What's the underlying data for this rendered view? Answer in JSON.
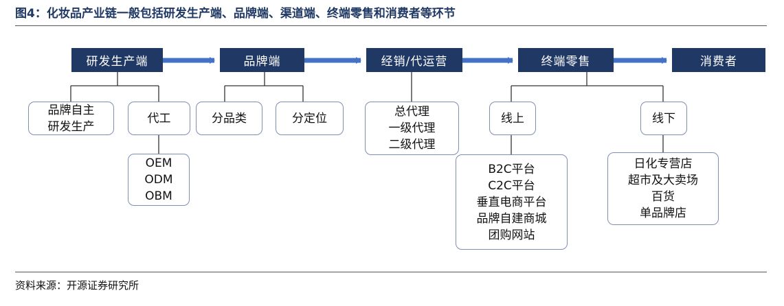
{
  "title": "图4：化妆品产业链一般包括研发生产端、品牌端、渠道端、终端零售和消费者等环节",
  "source": "资料来源：开源证券研究所",
  "colors": {
    "stage_fill": "#1f3864",
    "arrow": "#4472c4",
    "box_border": "#7f8db2"
  },
  "stages": [
    "研发生产端",
    "品牌端",
    "经销/代运营",
    "终端零售",
    "消费者"
  ],
  "rd": {
    "own": [
      "品牌自主",
      "研发生产"
    ],
    "oem_label": "代工",
    "oem_types": [
      "OEM",
      "ODM",
      "OBM"
    ]
  },
  "brand": {
    "items": [
      "分品类",
      "分定位"
    ]
  },
  "distribution": {
    "items": [
      "总代理",
      "一级代理",
      "二级代理"
    ]
  },
  "retail": {
    "online_label": "线上",
    "online_items": [
      "B2C平台",
      "C2C平台",
      "垂直电商平台",
      "品牌自建商城",
      "团购网站"
    ],
    "offline_label": "线下",
    "offline_items": [
      "日化专营店",
      "超市及大卖场",
      "百货",
      "单品牌店"
    ]
  }
}
